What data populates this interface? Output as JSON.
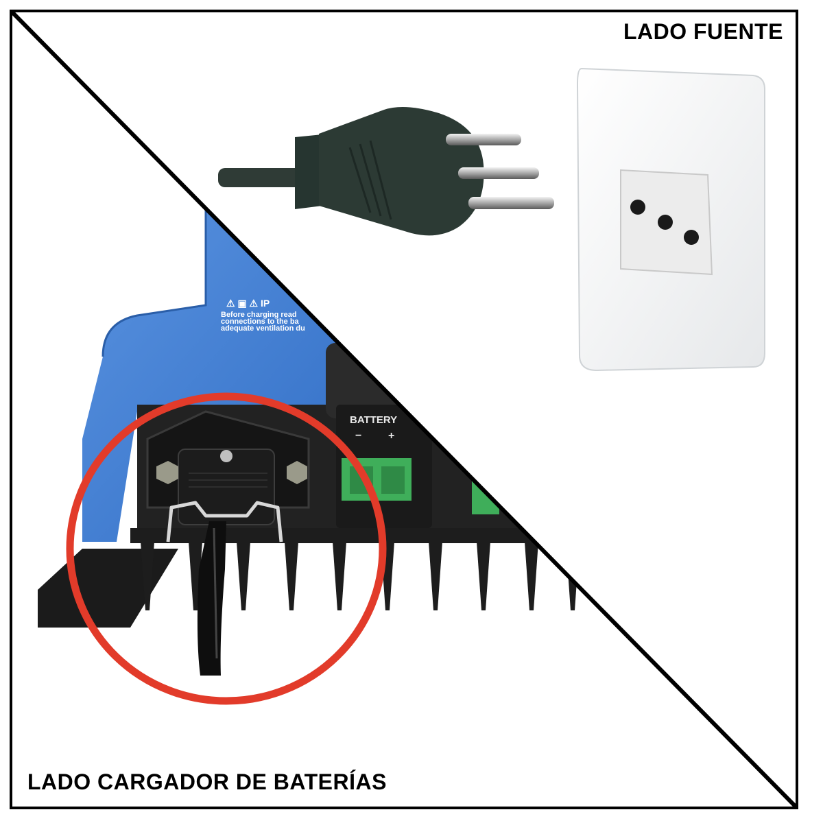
{
  "labels": {
    "source_side": "LADO FUENTE",
    "charger_side": "LADO CARGADOR DE BATERÍAS"
  },
  "device": {
    "battery_label": "BATTERY",
    "minus_sign": "−",
    "plus_sign": "+",
    "warning_text_line1": "Before charging read",
    "warning_text_line2": "connections to the ba",
    "warning_text_line3": "adequate ventilation du"
  },
  "colors": {
    "charger_blue": "#3f7fd6",
    "highlight_circle": "#e23b2a",
    "terminal_green": "#3fae5a",
    "plug_body": "#2c3a34"
  }
}
